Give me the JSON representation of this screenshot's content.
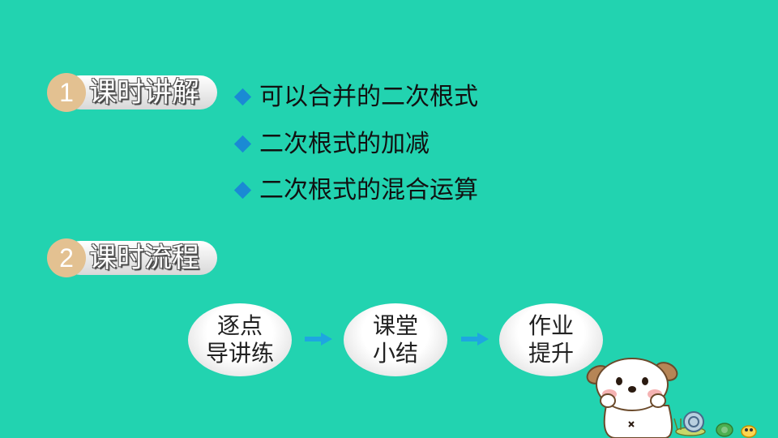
{
  "sections": [
    {
      "number": "1",
      "title": "课时讲解"
    },
    {
      "number": "2",
      "title": "课时流程"
    }
  ],
  "topics": [
    "可以合并的二次根式",
    "二次根式的加减",
    "二次根式的混合运算"
  ],
  "flow": [
    {
      "line1": "逐点",
      "line2": "导讲练"
    },
    {
      "line1": "课堂",
      "line2": "小结"
    },
    {
      "line1": "作业",
      "line2": "提升"
    }
  ],
  "colors": {
    "background": "#22d3b0",
    "badge": "#e3c191",
    "bullet": "#1a8ad4",
    "arrow": "#1ea6e0"
  }
}
